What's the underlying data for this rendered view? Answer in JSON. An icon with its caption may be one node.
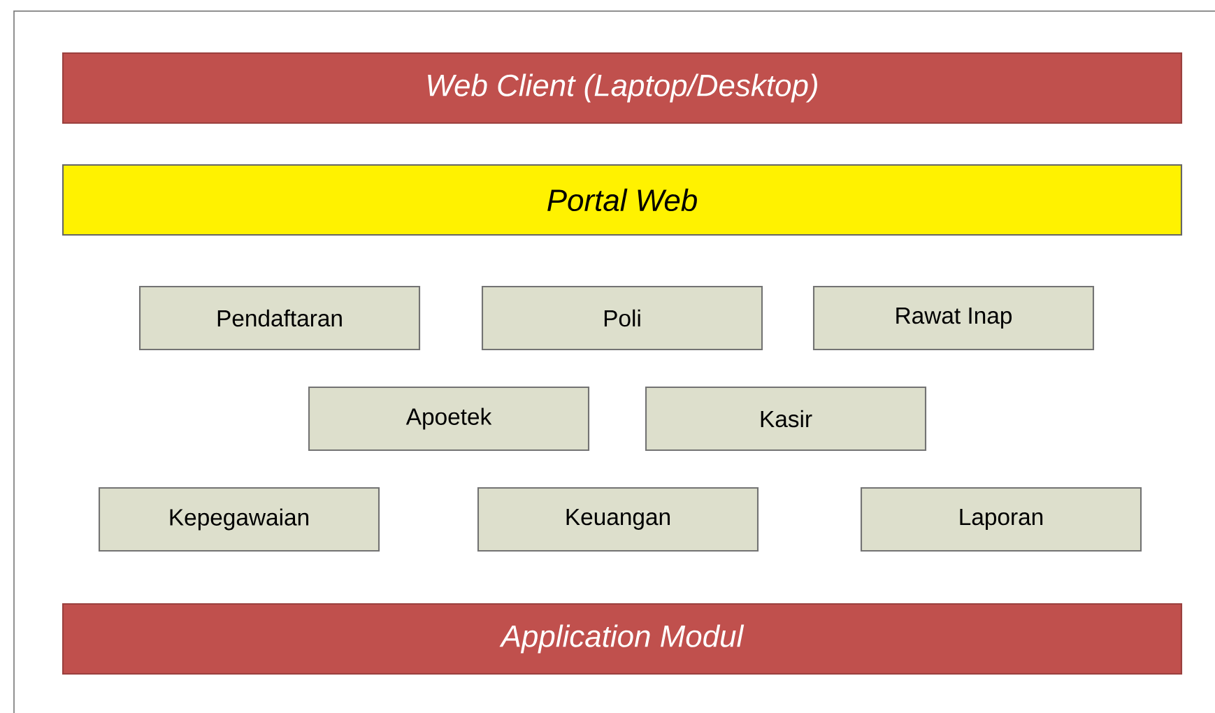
{
  "diagram": {
    "nodes": [
      {
        "text": [
          "Web Client (Laptop/Desktop)"
        ]
      },
      {
        "text": [
          "Portal Web"
        ]
      },
      {
        "text": [
          "Pendaftaran"
        ]
      },
      {
        "text": [
          "Poli"
        ]
      },
      {
        "text": [
          "Rawat Inap"
        ]
      },
      {
        "text": [
          "Apoetek"
        ]
      },
      {
        "text": [
          "Kasir"
        ]
      },
      {
        "text": [
          "Kepegawaian"
        ]
      },
      {
        "text": [
          "Keuangan"
        ]
      },
      {
        "text": [
          "Laporan"
        ]
      },
      {
        "text": [
          "Application Modul"
        ]
      }
    ]
  }
}
